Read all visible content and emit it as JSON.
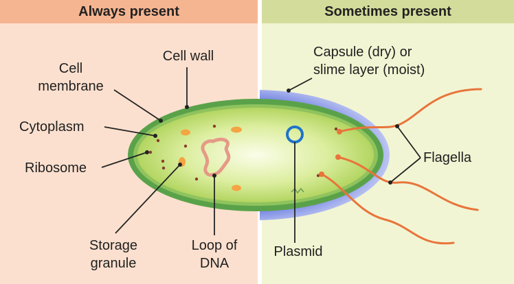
{
  "panels": {
    "left": {
      "header": "Always present",
      "bg": "#fce0cf",
      "header_bg": "#f5b590"
    },
    "right": {
      "header": "Sometimes present",
      "bg": "#f2f5d3",
      "header_bg": "#d3dc9a"
    }
  },
  "labels": {
    "cell_wall": "Cell wall",
    "cell_membrane": "Cell\nmembrane",
    "cytoplasm": "Cytoplasm",
    "ribosome": "Ribosome",
    "storage_granule": "Storage\ngranule",
    "loop_of_dna": "Loop of\nDNA",
    "capsule": "Capsule (dry) or\nslime layer (moist)",
    "plasmid": "Plasmid",
    "flagella": "Flagella"
  },
  "colors": {
    "cell_wall": "#4f9a44",
    "cytoplasm": "#c6e07a",
    "capsule": "#5b6fd6",
    "flagella": "#e8743b",
    "plasmid": "#1f74c9",
    "granule": "#f6a94a",
    "dna": "#e59a86"
  }
}
